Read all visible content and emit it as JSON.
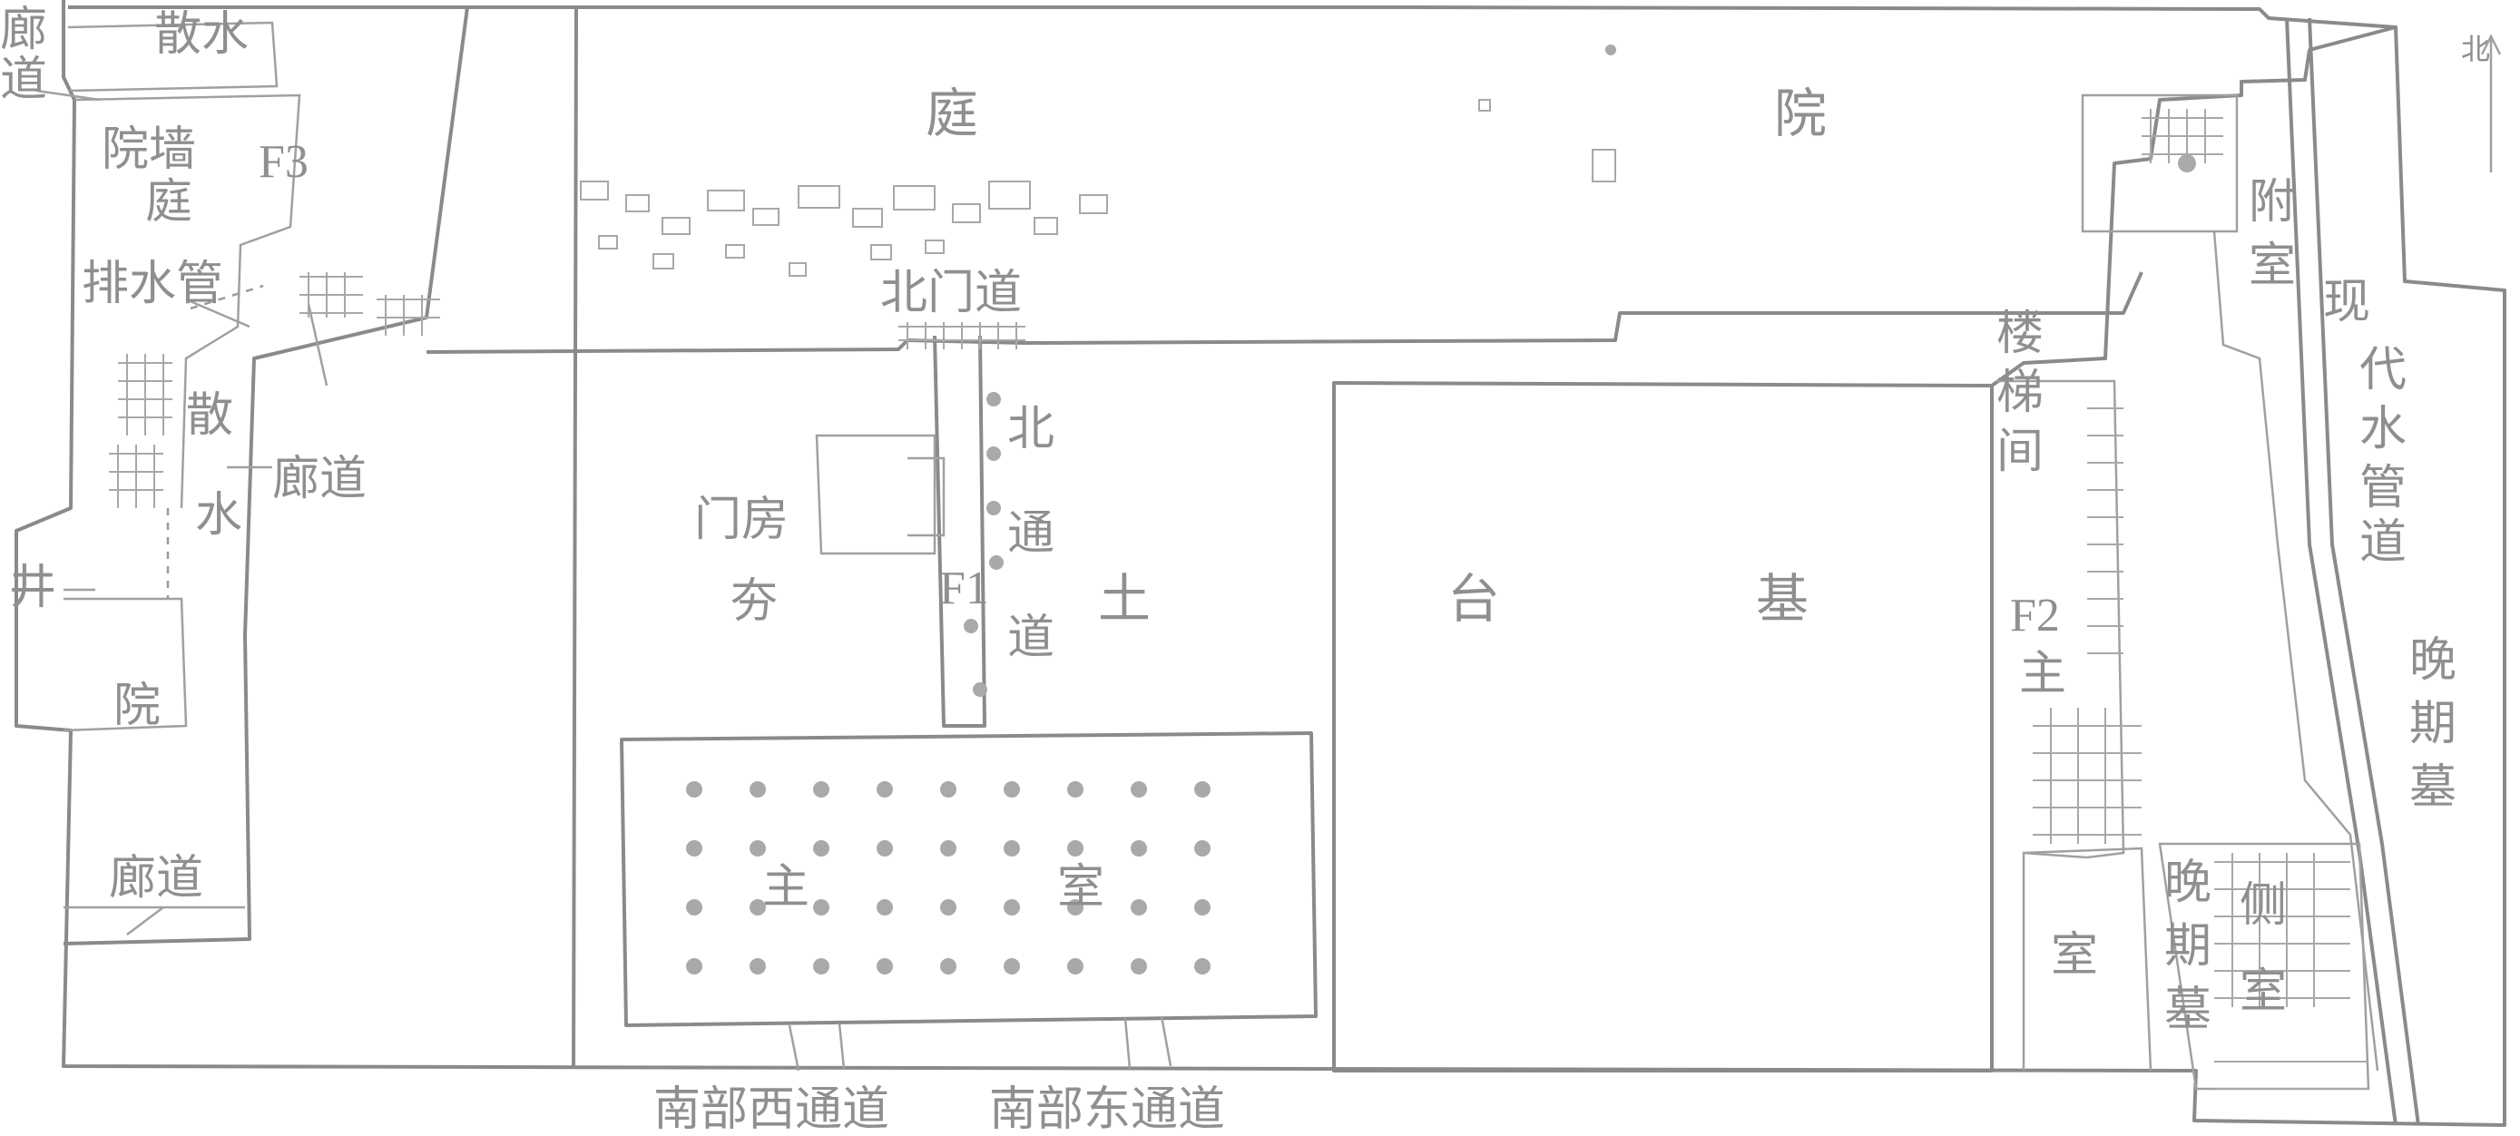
{
  "labels": {
    "corridor_nw_1": "廊",
    "corridor_nw_2": "道",
    "sanshui_top": "散水",
    "yard_wall_1": "院墙",
    "yard_wall_2": "庭",
    "f3": "F3",
    "drain_pipe": "排水管",
    "sanshui_v1": "散",
    "sanshui_v2": "水",
    "corridor_w": "廊道",
    "well": "井",
    "yard_w": "院",
    "corridor_sw": "廊道",
    "courtyard_1": "庭",
    "courtyard_2": "院",
    "north_gate_path": "北门道",
    "north_path_1": "北",
    "north_path_2": "通",
    "north_path_3": "道",
    "gatehouse": "门房",
    "side_1": "夯",
    "f1": "F1",
    "earth": "土",
    "platform_1": "台",
    "platform_2": "基",
    "main_room_1": "主",
    "main_room_2": "室",
    "south_west_path": "南部西通道",
    "south_east_path": "南部东通道",
    "stair_1": "楼",
    "stair_2": "梯",
    "stair_3": "间",
    "f2": "F2",
    "main_e_1": "主",
    "main_e_2": "室",
    "annex_1": "附",
    "annex_2": "室",
    "modern_pipe_1": "现",
    "modern_pipe_2": "代",
    "modern_pipe_3": "水",
    "modern_pipe_4": "管",
    "modern_pipe_5": "道",
    "late_tomb_e_1": "晚",
    "late_tomb_e_2": "期",
    "late_tomb_e_3": "墓",
    "late_tomb_1": "晚",
    "late_tomb_2": "期",
    "late_tomb_3": "墓",
    "side_room_1": "侧",
    "side_room_2": "室",
    "north_arrow": "北"
  }
}
